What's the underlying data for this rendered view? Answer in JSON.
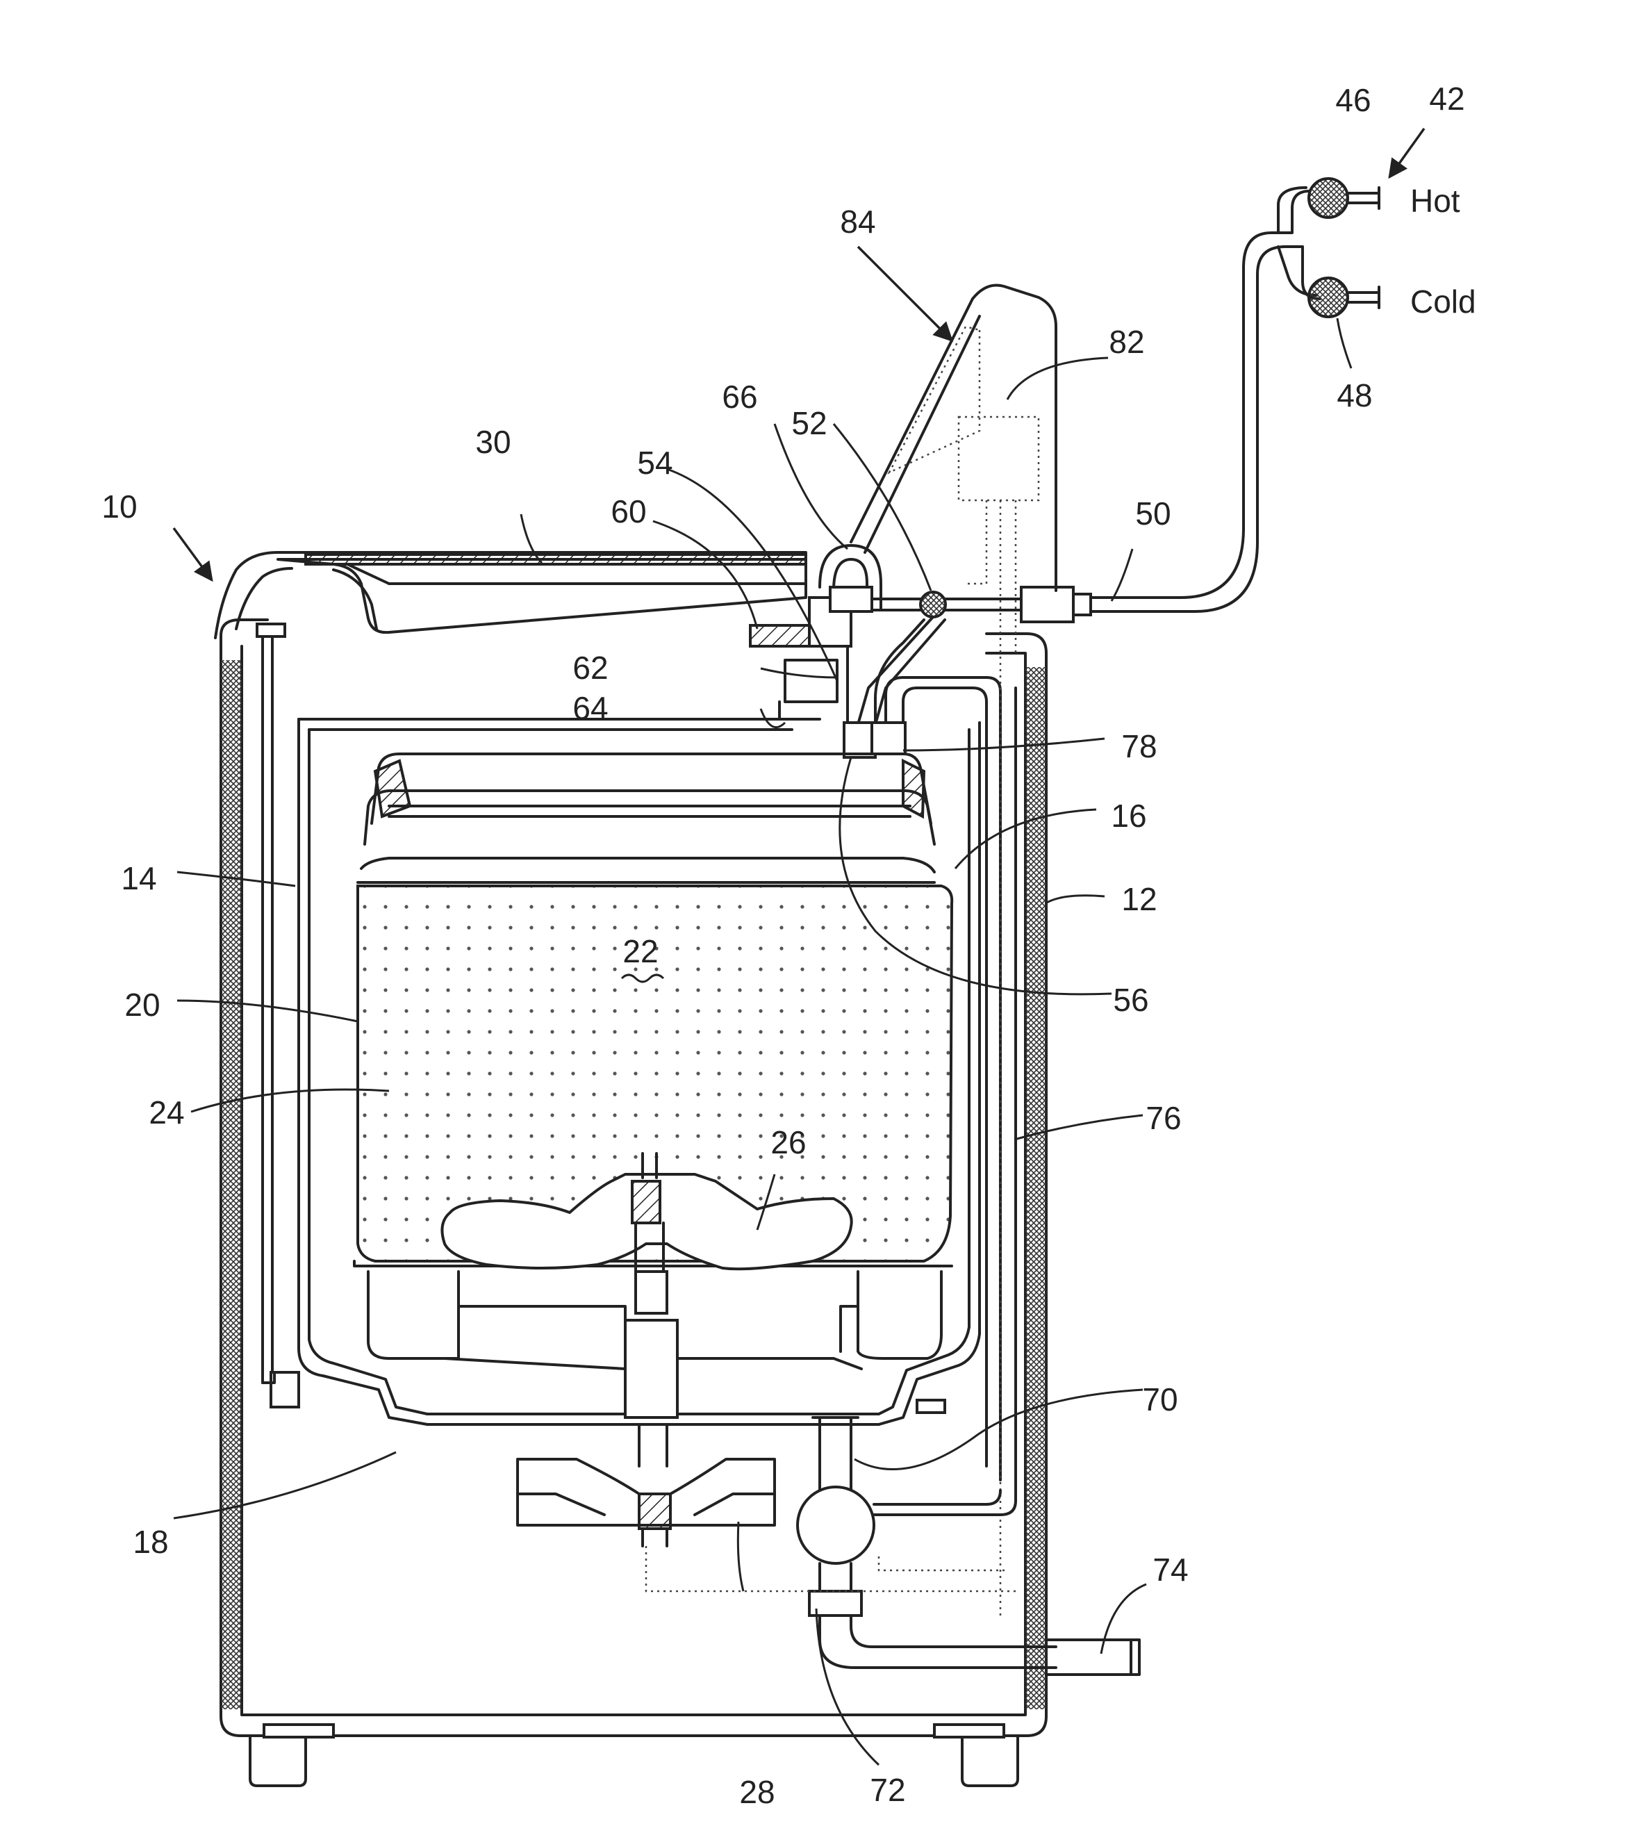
{
  "inlets": {
    "hot_label": "Hot",
    "cold_label": "Cold"
  },
  "reference_numerals": {
    "machine": "10",
    "cabinet": "12",
    "tub": "14",
    "tub_top": "16",
    "tub_bottom": "18",
    "basket": "20",
    "treating_chamber": "22",
    "basket_wall": "24",
    "agitator": "26",
    "motor": "28",
    "lid": "30",
    "water_supply": "42",
    "hot_valve": "46",
    "cold_valve": "48",
    "supply_conduit": "50",
    "valve_52": "52",
    "conduit_54": "54",
    "conduit_56": "56",
    "dispenser": "60",
    "part_62": "62",
    "part_64": "64",
    "part_66": "66",
    "sump": "70",
    "pump": "72",
    "drain_conduit": "74",
    "recirculation_conduit": "76",
    "outlet_78": "78",
    "controller": "82",
    "control_panel": "84"
  },
  "colors": {
    "line": "#222222",
    "background": "#ffffff"
  }
}
